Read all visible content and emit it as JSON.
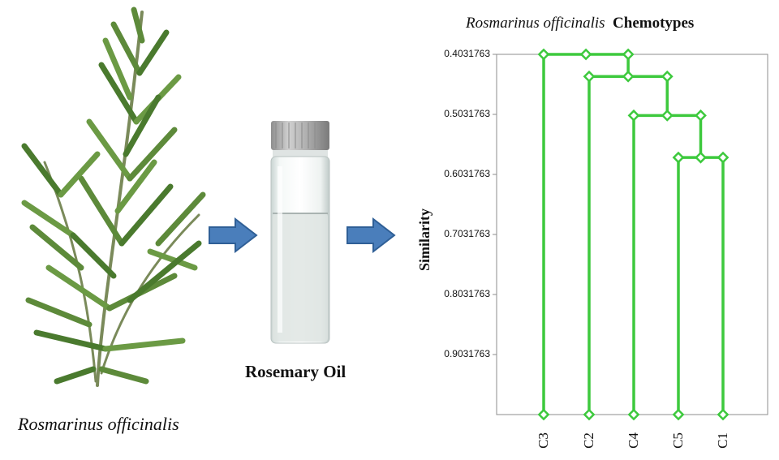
{
  "plant": {
    "caption_part1": "Rosmarinus",
    "caption_part2": "officinalis",
    "image_icon": "rosemary-sprig-icon"
  },
  "oil": {
    "caption": "Rosemary Oil",
    "image_icon": "oil-vial-icon"
  },
  "arrows": {
    "icon": "right-arrow-icon",
    "color": "#4a7ebb"
  },
  "chart_data": {
    "type": "dendrogram",
    "title_italic": "Rosmarinus officinalis",
    "title_bold": "Chemotypes",
    "ylabel": "Similarity",
    "yticks": [
      "0.4031763",
      "0.5031763",
      "0.6031763",
      "0.7031763",
      "0.8031763",
      "0.9031763"
    ],
    "ylim": [
      0.4031763,
      1.0
    ],
    "leaves": [
      "C3",
      "C2",
      "C4",
      "C5",
      "C1"
    ],
    "merges": [
      {
        "left": "C5",
        "right": "C1",
        "similarity": 0.575
      },
      {
        "left": "C4",
        "right": "C5+C1",
        "similarity": 0.505
      },
      {
        "left": "C2",
        "right": "C4+C5+C1",
        "similarity": 0.44
      },
      {
        "left": "C3",
        "right": "C2+C4+C5+C1",
        "similarity": 0.4031763
      }
    ],
    "line_color": "#3dc93d",
    "grid": false
  }
}
